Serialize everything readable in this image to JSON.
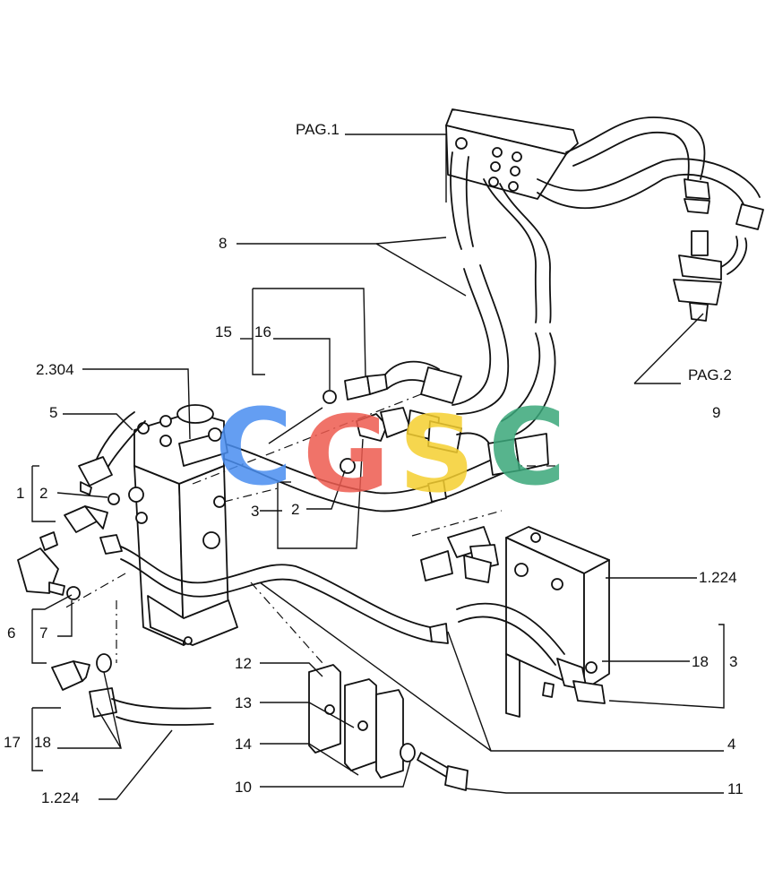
{
  "callouts": {
    "pag1": "PAG.1",
    "pag2": "PAG.2",
    "c8": "8",
    "c9": "9",
    "c15": "15",
    "c16": "16",
    "c2304": "2.304",
    "c5": "5",
    "c1": "1",
    "c2a": "2",
    "c3a": "3",
    "c2b": "2",
    "c1224a": "1.224",
    "c6": "6",
    "c7": "7",
    "c18a": "18",
    "c3b": "3",
    "c12": "12",
    "c13": "13",
    "c14": "14",
    "c4": "4",
    "c10": "10",
    "c11": "11",
    "c17": "17",
    "c18b": "18",
    "c1224b": "1.224"
  },
  "watermark": {
    "letters": [
      "C",
      "G",
      "S",
      "C"
    ],
    "colors": [
      "#4a8ef0",
      "#ee5b50",
      "#f5cf30",
      "#3aa77a"
    ]
  }
}
